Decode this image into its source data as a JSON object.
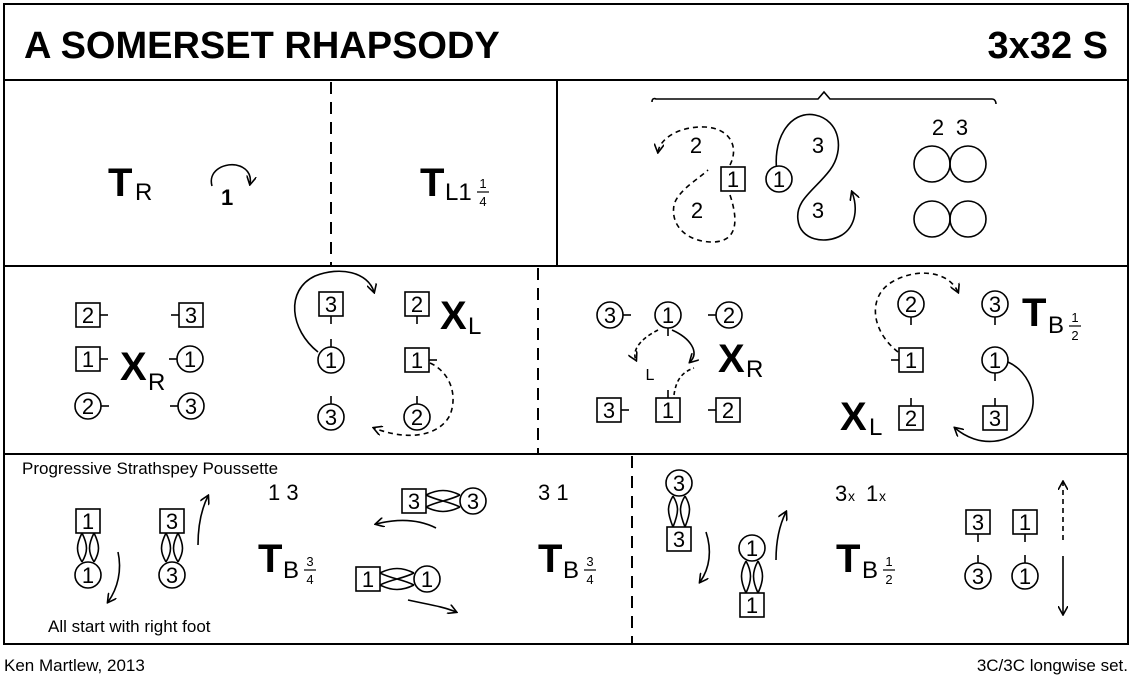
{
  "header": {
    "title": "A SOMERSET RHAPSODY",
    "code": "3x32 S"
  },
  "footer": {
    "author": "Ken Martlew, 2013",
    "set": "3C/3C longwise set."
  },
  "row1": {
    "turn_right": {
      "letter": "T",
      "sub": "R"
    },
    "cast_number": "1",
    "turn_left": {
      "letter": "T",
      "sub": "L1",
      "frac_num": "1",
      "frac_den": "4"
    },
    "reel_top_labels": [
      "2",
      "3"
    ],
    "reel_dancers": [
      "2",
      "2",
      "1",
      "1",
      "3",
      "3"
    ]
  },
  "row2": {
    "cross_right": {
      "letter": "X",
      "sub": "R"
    },
    "cross_left": {
      "letter": "X",
      "sub": "L"
    },
    "cross_right_2": {
      "letter": "X",
      "sub": "R"
    },
    "cross_left_2": {
      "letter": "X",
      "sub": "L"
    },
    "turn_both": {
      "letter": "T",
      "sub": "B",
      "frac_num": "1",
      "frac_den": "2"
    },
    "left_label": "L",
    "panelA_labels": [
      "2",
      "3",
      "1",
      "1",
      "2",
      "3"
    ],
    "panelB_labels": [
      "3",
      "2",
      "1",
      "1",
      "3",
      "2"
    ],
    "panelC_labels": [
      "3",
      "1",
      "2",
      "L",
      "3",
      "1",
      "2"
    ],
    "panelD_labels": [
      "2",
      "3",
      "1",
      "1",
      "2",
      "3"
    ]
  },
  "row3": {
    "heading": "Progressive Strathspey Poussette",
    "footnote": "All start with right foot",
    "pair_top_1": "1 3",
    "pair_top_2": "3 1",
    "pair_top_3": {
      "a": "3",
      "ax": "x",
      "b": "1",
      "bx": "x"
    },
    "turn_3_4": {
      "letter": "T",
      "sub": "B",
      "frac_num": "3",
      "frac_den": "4"
    },
    "turn_1_2": {
      "letter": "T",
      "sub": "B",
      "frac_num": "1",
      "frac_den": "2"
    },
    "dancer_labels": [
      "1",
      "1",
      "3",
      "3",
      "3",
      "3",
      "1",
      "1",
      "3",
      "3",
      "1",
      "1",
      "3",
      "1",
      "3",
      "1"
    ]
  }
}
